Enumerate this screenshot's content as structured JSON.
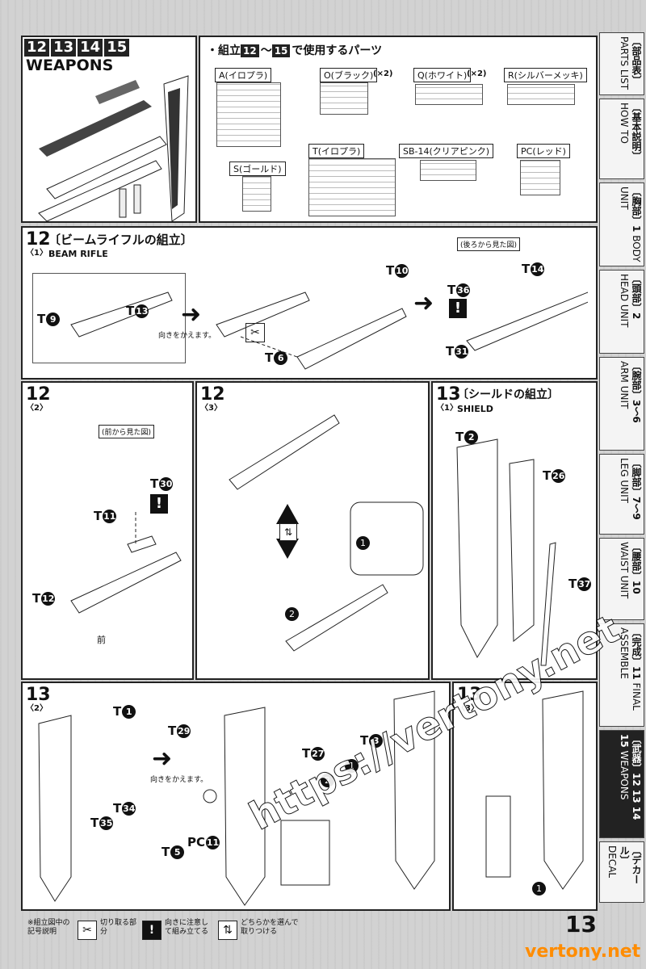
{
  "header": {
    "steps": [
      "12",
      "13",
      "14",
      "15"
    ],
    "title": "WEAPONS",
    "parts_caption_pre": "・組立",
    "parts_caption_from": "12",
    "parts_caption_mid": "～",
    "parts_caption_to": "15",
    "parts_caption_post": "で使用するパーツ"
  },
  "parts": [
    {
      "label": "A(イロプラ)",
      "mult": ""
    },
    {
      "label": "O(ブラック)",
      "mult": "(×2)"
    },
    {
      "label": "Q(ホワイト)",
      "mult": "(×2)"
    },
    {
      "label": "R(シルバーメッキ)",
      "mult": ""
    },
    {
      "label": "S(ゴールド)",
      "mult": ""
    },
    {
      "label": "T(イロプラ)",
      "mult": ""
    },
    {
      "label": "SB-14(クリアピンク)",
      "mult": ""
    },
    {
      "label": "PC(レッド)",
      "mult": ""
    }
  ],
  "step12_1": {
    "num": "12",
    "sub": "〈1〉",
    "title": "〔ビームライフルの組立〕",
    "subtitle": "BEAM RIFLE",
    "turn": "向きをかえます。",
    "view_note": "(後ろから見た図)",
    "parts": [
      {
        "t": "T",
        "n": "9"
      },
      {
        "t": "T",
        "n": "13"
      },
      {
        "t": "T",
        "n": "10"
      },
      {
        "t": "T",
        "n": "6"
      },
      {
        "t": "T",
        "n": "14"
      },
      {
        "t": "T",
        "n": "36"
      },
      {
        "t": "T",
        "n": "31"
      }
    ]
  },
  "step12_2": {
    "num": "12",
    "sub": "〈2〉",
    "view_note": "(前から見た図)",
    "front": "前",
    "parts": [
      {
        "t": "T",
        "n": "30"
      },
      {
        "t": "T",
        "n": "11"
      },
      {
        "t": "T",
        "n": "12"
      }
    ]
  },
  "step12_3": {
    "num": "12",
    "sub": "〈3〉",
    "c1": "1",
    "c2": "2"
  },
  "step13_1": {
    "num": "13",
    "sub": "〈1〉",
    "title": "〔シールドの組立〕",
    "subtitle": "SHIELD",
    "parts": [
      {
        "t": "T",
        "n": "2"
      },
      {
        "t": "T",
        "n": "26"
      },
      {
        "t": "T",
        "n": "37"
      }
    ]
  },
  "step13_2": {
    "num": "13",
    "sub": "〈2〉",
    "turn": "向きをかえます。",
    "parts": [
      {
        "t": "T",
        "n": "1"
      },
      {
        "t": "T",
        "n": "34"
      },
      {
        "t": "T",
        "n": "35"
      },
      {
        "t": "T",
        "n": "29"
      },
      {
        "t": "T",
        "n": "5"
      },
      {
        "t": "PC",
        "n": "11"
      },
      {
        "t": "T",
        "n": "27"
      },
      {
        "t": "T",
        "n": "3"
      }
    ],
    "c1": "1",
    "c2": "2"
  },
  "step13_3": {
    "num": "13",
    "sub": "〈3〉",
    "c1": "1"
  },
  "sidebar": [
    {
      "jp": "〔部品表〕",
      "en": "PARTS LIST"
    },
    {
      "jp": "〔基本説明〕",
      "en": "HOW TO"
    },
    {
      "jp": "〔胸部〕1",
      "en": "BODY UNIT"
    },
    {
      "jp": "〔頭部〕2",
      "en": "HEAD UNIT"
    },
    {
      "jp": "〔腕部〕3〜6",
      "en": "ARM UNIT"
    },
    {
      "jp": "〔脚部〕7〜9",
      "en": "LEG UNIT"
    },
    {
      "jp": "〔腰部〕10",
      "en": "WAIST UNIT"
    },
    {
      "jp": "〔完成〕11",
      "en": "FINAL ASSEMBLE"
    },
    {
      "jp": "〔武器〕12 13 14 15",
      "en": "WEAPONS"
    },
    {
      "jp": "〔デカール〕",
      "en": "DECAL"
    }
  ],
  "legend": {
    "title": "※組立図中の記号説明",
    "items": [
      {
        "icon": "✂",
        "text": "切り取る部分"
      },
      {
        "icon": "!",
        "text": "向きに注意して組み立てる"
      },
      {
        "icon": "⇅",
        "text": "どちらかを選んで取りつける"
      }
    ]
  },
  "page_number": "13",
  "watermark": {
    "url": "https://vertony.net",
    "corner": "vertony.net"
  }
}
